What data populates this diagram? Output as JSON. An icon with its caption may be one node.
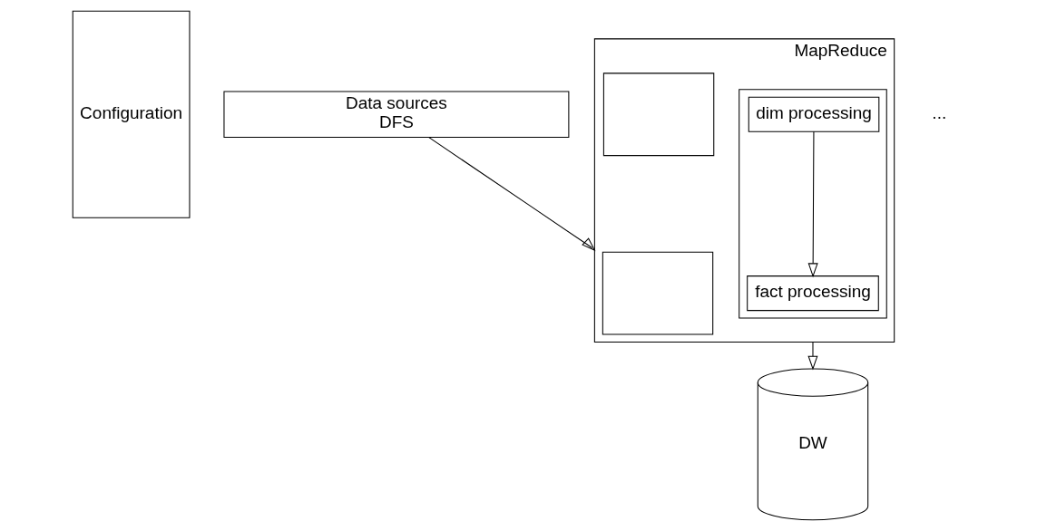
{
  "diagram": {
    "nodes": [
      {
        "text": [
          "Configuration"
        ]
      },
      {
        "text": [
          "Data sources",
          "DFS"
        ]
      },
      {
        "text": [
          "MapReduce"
        ]
      },
      {
        "text": [],
        "shape": "box",
        "in": 2
      },
      {
        "text": [],
        "shape": "box",
        "in": 2
      },
      {
        "text": [],
        "shape": "box",
        "in": 2
      },
      {
        "text": [
          "dim processing"
        ],
        "in": 5
      },
      {
        "text": [
          "fact processing"
        ],
        "in": 5
      },
      {
        "text": [
          "DW"
        ]
      }
    ],
    "edges": [
      {
        "from": 1,
        "to": 2,
        "arrow": "to"
      },
      {
        "from": 6,
        "to": 7,
        "arrow": "to"
      },
      {
        "from": 2,
        "to": 8,
        "arrow": "to"
      }
    ],
    "labels": [
      "..."
    ]
  }
}
